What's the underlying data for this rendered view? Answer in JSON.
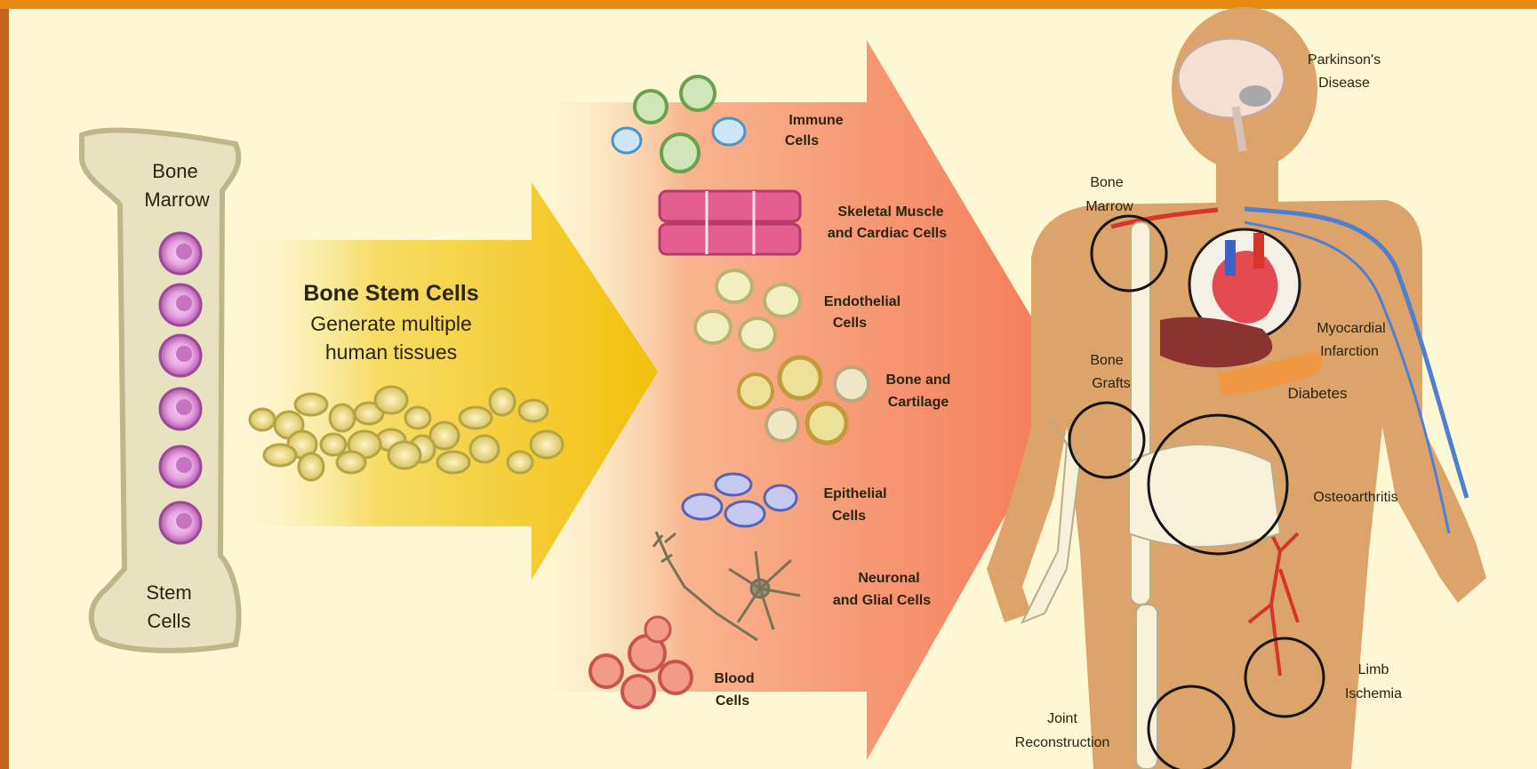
{
  "bone": {
    "top_label_1": "Bone",
    "top_label_2": "Marrow",
    "bottom_label_1": "Stem",
    "bottom_label_2": "Cells"
  },
  "headline": {
    "title": "Bone Stem Cells",
    "line1": "Generate multiple",
    "line2": "human tissues"
  },
  "cell_types": [
    {
      "line1": "Immune",
      "line2": "Cells"
    },
    {
      "line1": "Skeletal Muscle",
      "line2": "and Cardiac Cells"
    },
    {
      "line1": "Endothelial",
      "line2": "Cells"
    },
    {
      "line1": "Bone and",
      "line2": "Cartilage"
    },
    {
      "line1": "Epithelial",
      "line2": "Cells"
    },
    {
      "line1": "Neuronal",
      "line2": "and Glial Cells"
    },
    {
      "line1": "Blood",
      "line2": "Cells"
    }
  ],
  "body_labels": {
    "parkinsons_1": "Parkinson's",
    "parkinsons_2": "Disease",
    "bone_marrow_1": "Bone",
    "bone_marrow_2": "Marrow",
    "bone_grafts_1": "Bone",
    "bone_grafts_2": "Grafts",
    "myocardial_1": "Myocardial",
    "myocardial_2": "Infarction",
    "diabetes": "Diabetes",
    "osteoarthritis": "Osteoarthritis",
    "limb_1": "Limb",
    "limb_2": "Ischemia",
    "joint_1": "Joint",
    "joint_2": "Reconstruction"
  },
  "colors": {
    "frame": "#c8641a",
    "panel": "#fdf7d3",
    "yellow_arrow": "#f2c20f",
    "red_arrow": "#f58464",
    "bone": "#e7e3c1",
    "skin": "#dca36a"
  }
}
